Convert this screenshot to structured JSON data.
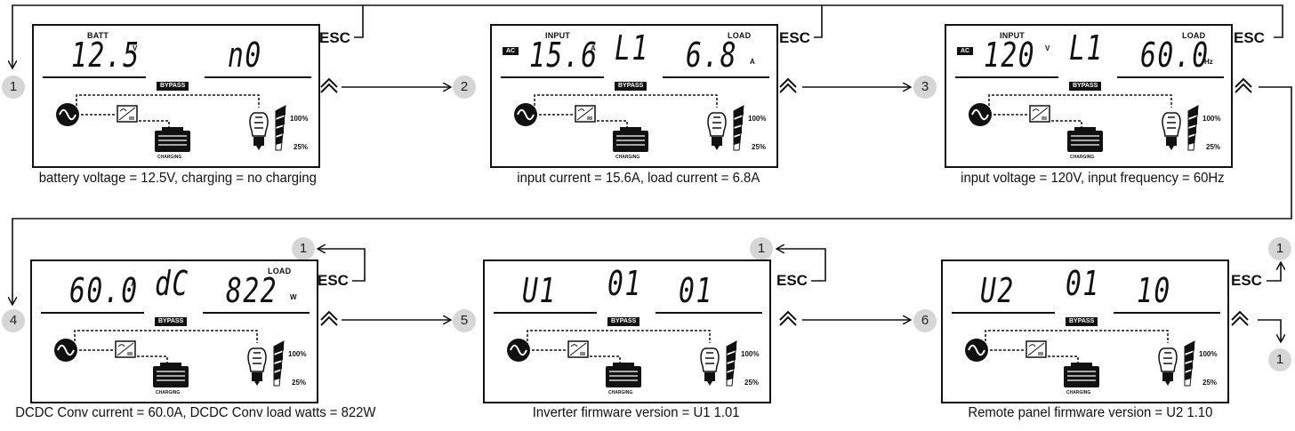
{
  "esc_label": "ESC",
  "common": {
    "bypass": "BYPASS",
    "charging": "CHARGING",
    "pct_high": "100%",
    "pct_low": "25%"
  },
  "screens": [
    {
      "node": "1",
      "top_left_label": "BATT",
      "top_right_label": "",
      "ac_badge": "",
      "left_value": "12.5",
      "left_unit": "V",
      "mid_value": "",
      "right_value": "n0",
      "right_unit": "",
      "caption": "battery voltage = 12.5V, charging = no charging"
    },
    {
      "node": "2",
      "top_left_label": "INPUT",
      "top_right_label": "LOAD",
      "ac_badge": "AC",
      "left_value": "15.6",
      "left_unit": "A",
      "mid_value": "L1",
      "right_value": "6.8",
      "right_unit": "A",
      "caption": "input current = 15.6A, load current = 6.8A"
    },
    {
      "node": "3",
      "top_left_label": "INPUT",
      "top_right_label": "LOAD",
      "ac_badge": "AC",
      "left_value": "120",
      "left_unit": "V",
      "mid_value": "L1",
      "right_value": "60.0",
      "right_unit": "Hz",
      "caption": "input voltage = 120V, input frequency = 60Hz"
    },
    {
      "node": "4",
      "top_left_label": "",
      "top_right_label": "LOAD",
      "ac_badge": "",
      "left_value": "60.0",
      "left_unit": "A",
      "mid_value": "dC",
      "right_value": "822",
      "right_unit": "W",
      "caption": "DCDC Conv current = 60.0A, DCDC Conv load watts = 822W"
    },
    {
      "node": "5",
      "top_left_label": "",
      "top_right_label": "",
      "ac_badge": "",
      "left_value": "U1",
      "left_unit": "",
      "mid_value": "01",
      "right_value": "01",
      "right_unit": "",
      "caption": "Inverter firmware version = U1 1.01"
    },
    {
      "node": "6",
      "top_left_label": "",
      "top_right_label": "",
      "ac_badge": "",
      "left_value": "U2",
      "left_unit": "",
      "mid_value": "01",
      "right_value": "10",
      "right_unit": "",
      "caption": "Remote panel firmware version = U2 1.10"
    }
  ],
  "return_nodes": [
    "1",
    "1",
    "1",
    "1"
  ]
}
